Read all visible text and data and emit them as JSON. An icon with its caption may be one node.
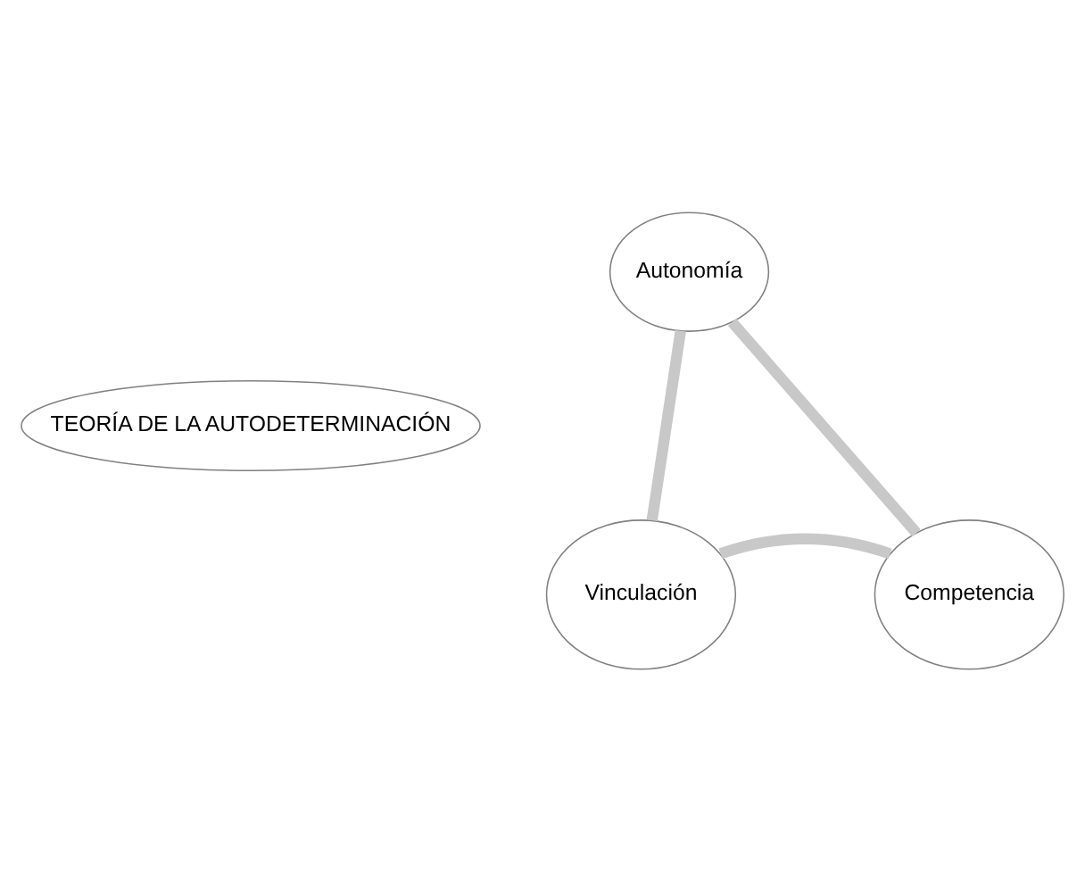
{
  "diagram": {
    "nodes": [
      {
        "text": [
          "Autonomía"
        ]
      },
      {
        "text": [
          "TEORÍA DE LA AUTODETERMINACIÓN"
        ]
      },
      {
        "text": [
          "Vinculación"
        ]
      },
      {
        "text": [
          "Competencia"
        ]
      }
    ],
    "edges": [
      {
        "from": 0,
        "to": 3,
        "arrow": "none"
      },
      {
        "from": 3,
        "to": 2,
        "arrow": "none"
      },
      {
        "from": 2,
        "to": 0,
        "arrow": "none"
      }
    ]
  }
}
